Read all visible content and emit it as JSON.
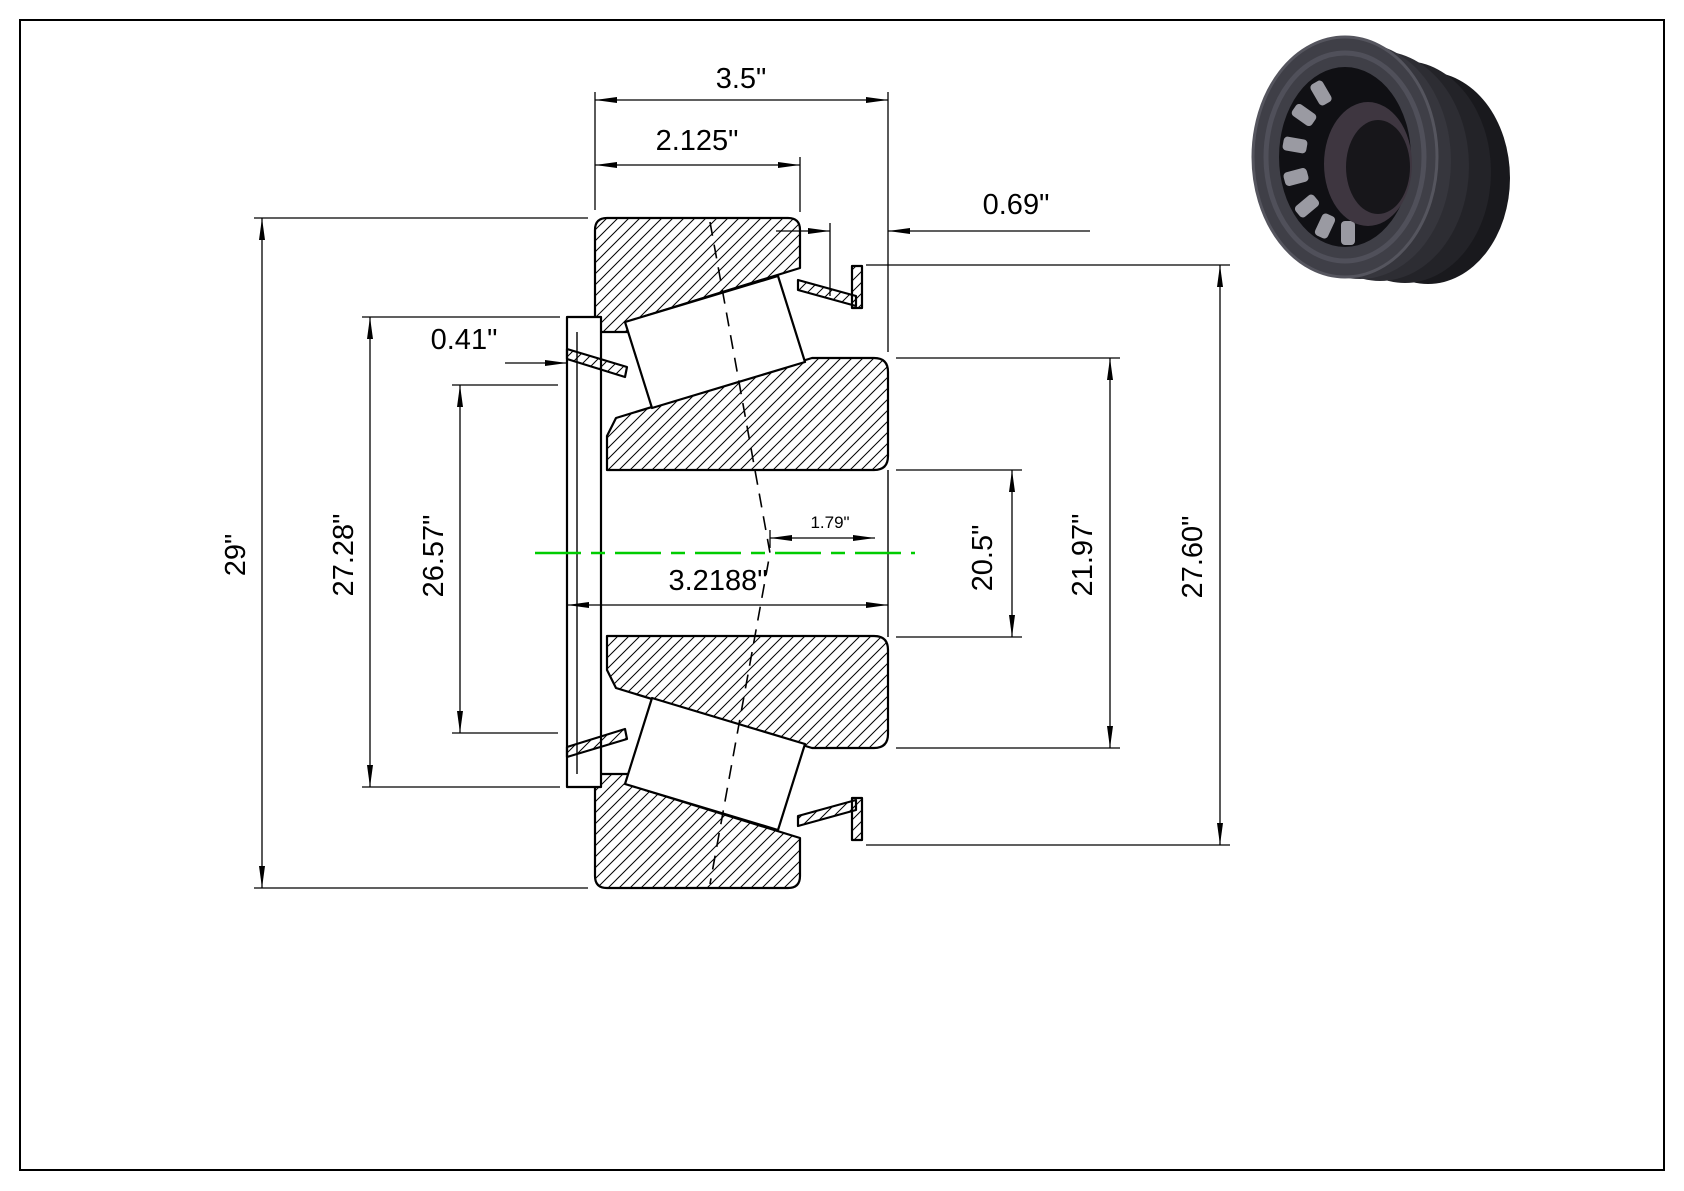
{
  "drawing": {
    "type": "tapered-roller-bearing-section",
    "colors": {
      "line": "#000000",
      "centerline": "#00cc00",
      "background": "#ffffff"
    },
    "dimensions": {
      "overall_width": "3.5\"",
      "cone_width": "2.125\"",
      "stand_out": "0.69\"",
      "flange_width": "0.41\"",
      "outer_diameter": "29\"",
      "flange_diameter": "27.28\"",
      "pilot_diameter": "26.57\"",
      "bore_span": "3.2188\"",
      "effective_center": "1.79\"",
      "bore_diameter": "20.5\"",
      "race_diameter": "21.97\"",
      "cup_outer_diameter": "27.60\""
    }
  }
}
